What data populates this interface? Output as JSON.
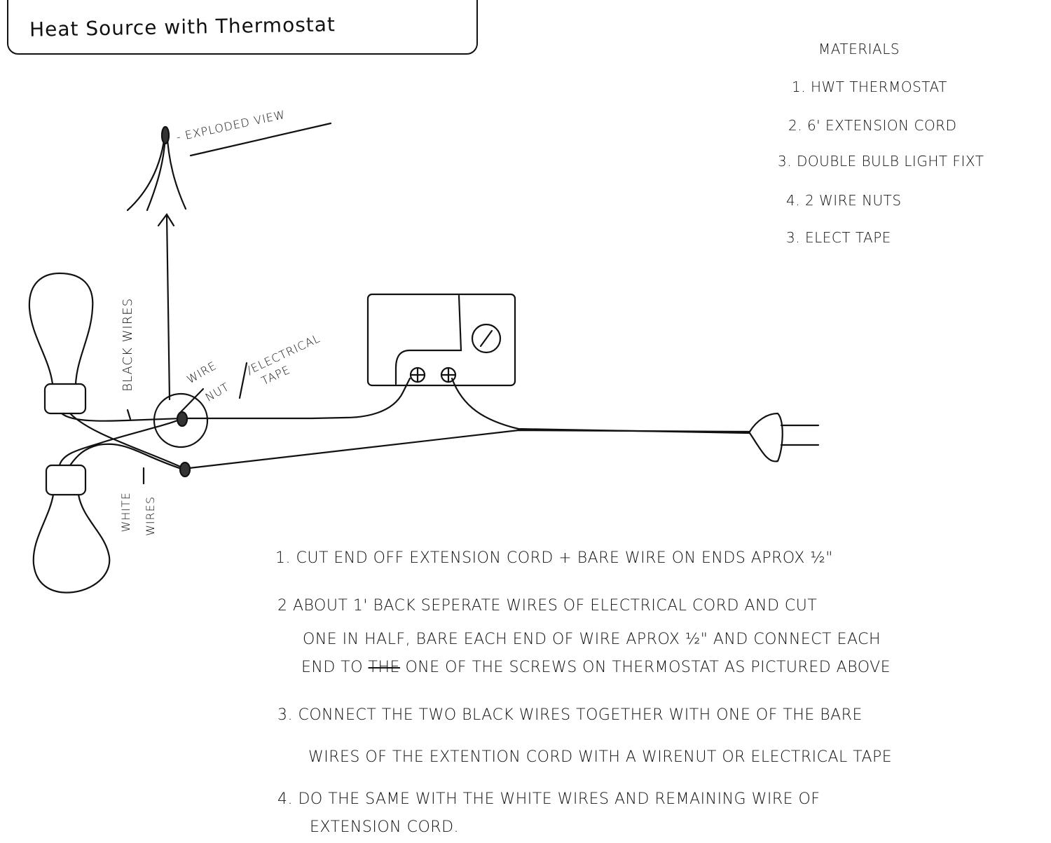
{
  "title": "Heat Source with Thermostat",
  "labels": {
    "exploded_view": "- Exploded view",
    "black_wires": "Black wires",
    "white_wires_1": "White",
    "white_wires_2": "Wires",
    "wire_nut_1": "Wire",
    "wire_nut_2": "Nut",
    "electrical_tape_1": "/Electrical",
    "electrical_tape_2": "Tape"
  },
  "materials": {
    "heading": "Materials",
    "items": [
      "1. HWT Thermostat",
      "2. 6' Extension Cord",
      "3. Double Bulb Light Fixt",
      "4. 2 Wire Nuts",
      "3. Elect Tape"
    ]
  },
  "instructions": {
    "step1": "1. Cut end off Extension Cord + Bare wire on Ends Aprox ½\"",
    "step2_line1": "2 About 1' Back Seperate wires of Electrical Cord and cut",
    "step2_line2": "one in Half, Bare each End of wire Aprox ½\" and Connect each",
    "step2_line3a": "End to",
    "step2_struck": "the",
    "step2_line3b": "one of the screws on Thermostat as Pictured Above",
    "step3_line1": "3. Connect the two Black wires together with one of the Bare",
    "step3_line2": "wires of the extention cord with a wirenut or electrical tape",
    "step4_line1": "4. Do the same with the white wires and remaining wire of",
    "step4_line2": "Extension Cord."
  }
}
